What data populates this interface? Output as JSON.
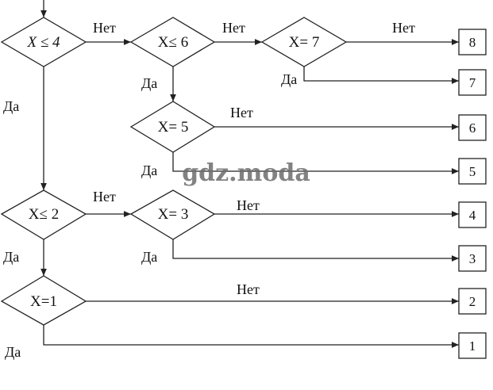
{
  "conditions": {
    "c1": "X ≤ 4",
    "c2": "X≤ 6",
    "c3": "X= 7",
    "c4": "X= 5",
    "c5": "X≤ 2",
    "c6": "X= 3",
    "c7": "X=1"
  },
  "labels": {
    "yes": "Да",
    "no": "Нет"
  },
  "outputs": [
    "8",
    "7",
    "6",
    "5",
    "4",
    "3",
    "2",
    "1"
  ],
  "watermark": "gdz.moda"
}
